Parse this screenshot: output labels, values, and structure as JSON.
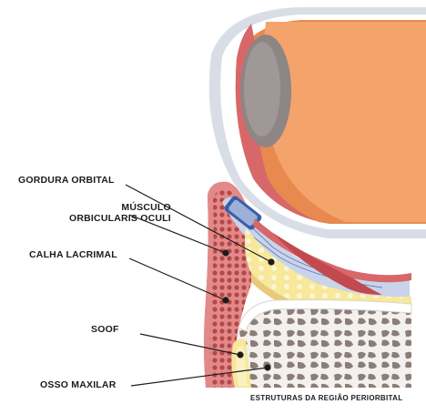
{
  "labels": {
    "orbital_fat": "GORDURA ORBITAL",
    "orbicularis_line1": "MÚSCULO",
    "orbicularis_line2": "ORBICULARIS OCULI",
    "tear_trough": "CALHA LACRIMAL",
    "soof": "SOOF",
    "maxilla": "OSSO MAXILAR"
  },
  "caption": "ESTRUTURAS DA REGIÃO PERIORBITAL",
  "colors": {
    "eyeball": "#f4a36b",
    "eyeball_dark": "#e8894f",
    "sclera_rim": "#d9dde6",
    "iris": "#8e8585",
    "skin": "#e48989",
    "skin_dark": "#c35b5b",
    "fat": "#f7e89a",
    "fat_dots": "#fbf6d4",
    "muscle": "#c9d4ea",
    "bone": "#ffffff",
    "bone_cavity": "#8a7e78",
    "leader": "#1c1c1c"
  }
}
